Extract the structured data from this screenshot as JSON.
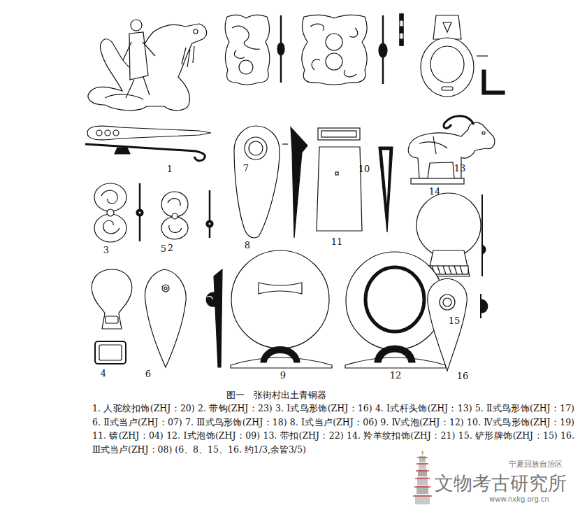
{
  "diagram": {
    "title": "图一　张街村出土青铜器",
    "caption": "1. 人驼纹扣饰(ZHJ：20) 2. 带钩(ZHJ：23) 3. Ⅰ式鸟形饰(ZHJ：16) 4. Ⅰ式杆头饰(ZHJ：13) 5. Ⅱ式鸟形饰(ZHJ：17) 6. Ⅱ式当卢(ZHJ：07) 7. Ⅲ式鸟形饰(ZHJ：18) 8. Ⅰ式当卢(ZHJ：06) 9. Ⅳ式泡(ZHJ：12) 10. Ⅳ式鸟形饰(ZHJ：19) 11. 锛(ZHJ：04) 12. Ⅰ式泡饰(ZHJ：09) 13. 带扣(ZHJ：22) 14. 羚羊纹扣饰(ZHJ：21) 15. 铲形牌饰(ZHJ：15) 16. Ⅲ式当卢(ZHJ：08) (6、8、15、16. 约1/3,余皆3/5)",
    "labels": [
      "1",
      "7",
      "10",
      "13",
      "2",
      "8",
      "11",
      "14",
      "3",
      "5",
      "15",
      "4",
      "6",
      "9",
      "12",
      "16",
      "宁夏回族自治区",
      "文物考古研究所",
      "www.nxkg.org.cn"
    ]
  }
}
